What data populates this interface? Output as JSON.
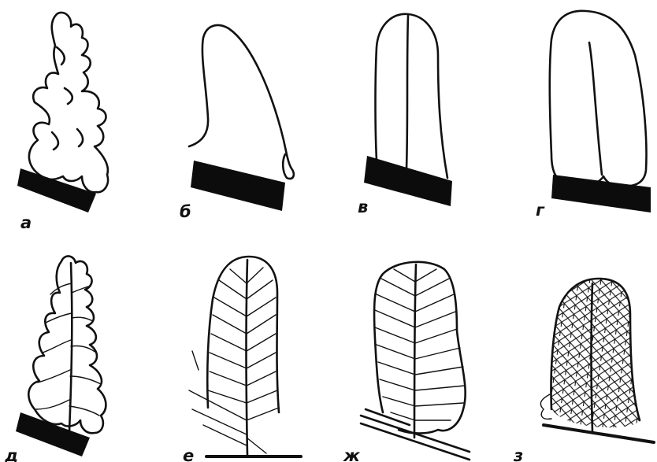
{
  "figure": {
    "panels": [
      {
        "id": "a",
        "label": "а"
      },
      {
        "id": "b",
        "label": "б"
      },
      {
        "id": "v",
        "label": "в"
      },
      {
        "id": "g",
        "label": "г"
      },
      {
        "id": "d",
        "label": "д"
      },
      {
        "id": "e",
        "label": "е"
      },
      {
        "id": "zh",
        "label": "ж"
      },
      {
        "id": "z",
        "label": "з"
      }
    ]
  }
}
